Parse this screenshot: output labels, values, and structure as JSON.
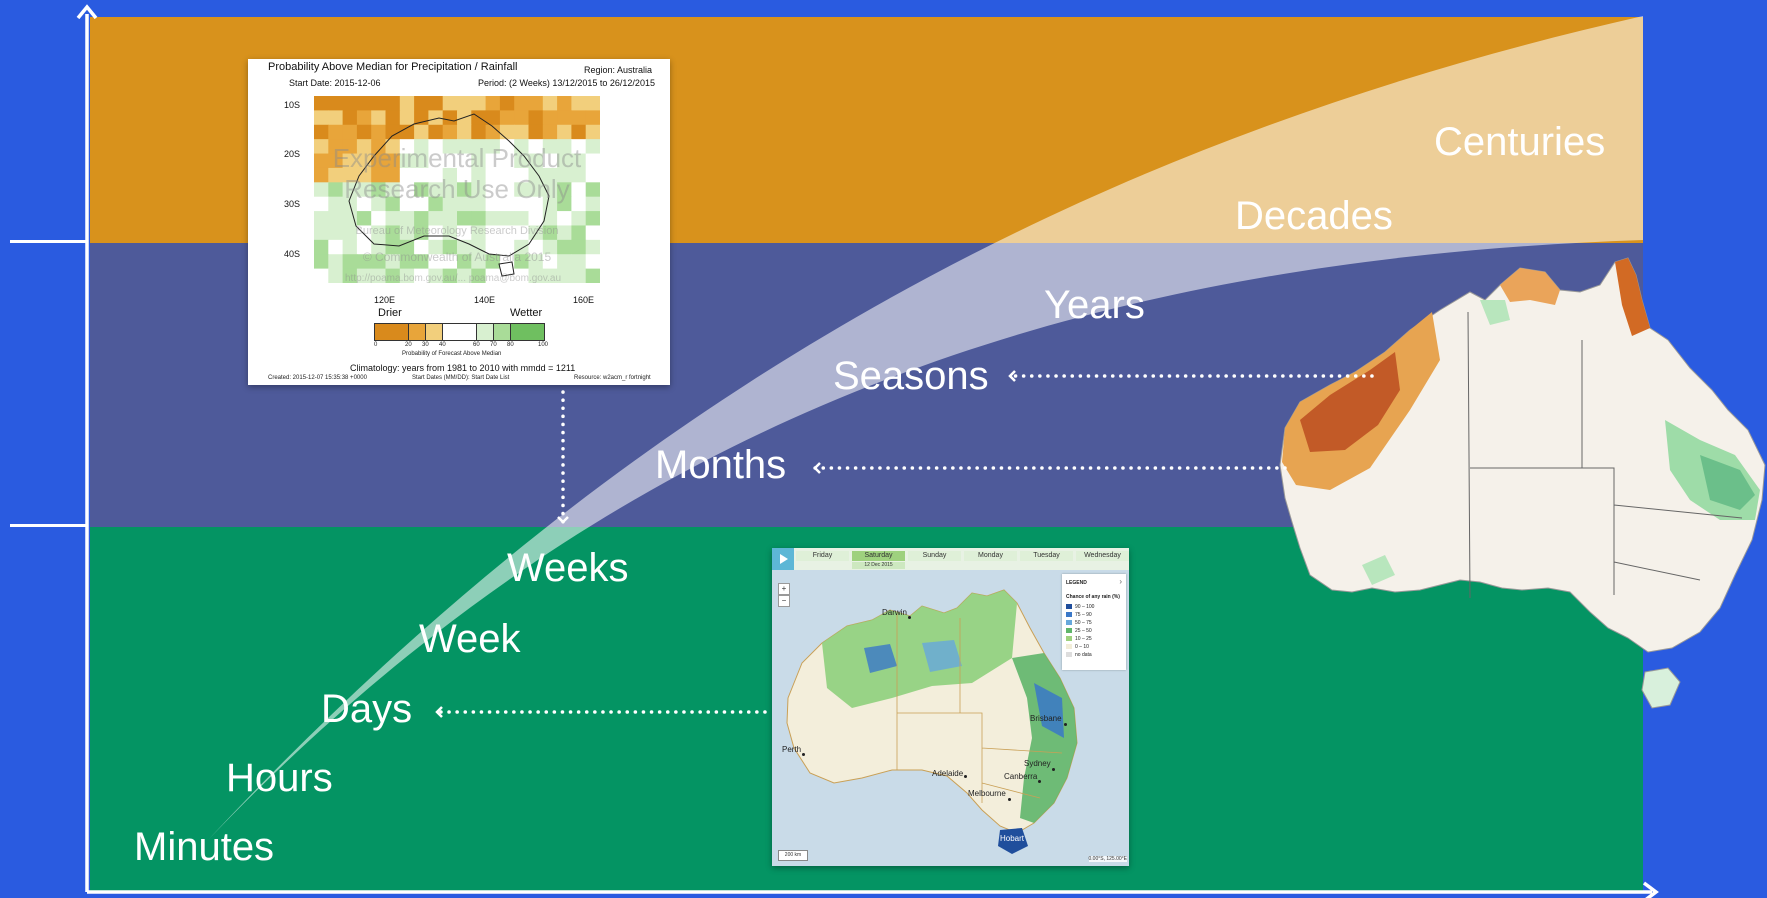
{
  "diagram": {
    "timescales": [
      {
        "id": "minutes",
        "label": "Minutes"
      },
      {
        "id": "hours",
        "label": "Hours"
      },
      {
        "id": "days",
        "label": "Days"
      },
      {
        "id": "week",
        "label": "Week"
      },
      {
        "id": "weeks",
        "label": "Weeks"
      },
      {
        "id": "months",
        "label": "Months"
      },
      {
        "id": "seasons",
        "label": "Seasons"
      },
      {
        "id": "years",
        "label": "Years"
      },
      {
        "id": "decades",
        "label": "Decades"
      },
      {
        "id": "centuries",
        "label": "Centuries"
      }
    ],
    "colors": {
      "background": "#2a5be0",
      "band_long": "#d8921c",
      "band_medium": "#4e5a9a",
      "band_short": "#049463",
      "wedge": "#ffffff"
    }
  },
  "precip_panel": {
    "title": "Probability Above Median for Precipitation / Rainfall",
    "region": "Region: Australia",
    "start_date": "Start Date: 2015-12-06",
    "period": "Period: (2 Weeks) 13/12/2015 to 26/12/2015",
    "lat_labels": [
      "10S",
      "20S",
      "30S",
      "40S"
    ],
    "lon_labels": [
      "120E",
      "140E",
      "160E"
    ],
    "drier_label": "Drier",
    "wetter_label": "Wetter",
    "colorbar_ticks": [
      "0",
      "20",
      "30",
      "40",
      "60",
      "70",
      "80",
      "100"
    ],
    "colorbar_caption": "Probability of Forecast Above Median",
    "climatology": "Climatology: years from 1981 to 2010 with mmdd = 1211",
    "created": "Created: 2015-12-07 15:35:38 +0000",
    "start_dates": "Start Dates (MM/DD): Start Date List",
    "resource": "Resource: w2acm_r fortnight",
    "watermark_1": "Experimental Product",
    "watermark_2": "Research Use Only",
    "watermark_3": "Bureau of Meteorology Research Division",
    "watermark_4": "© Commonwealth of Australia 2015",
    "watermark_5": "http://poama.bom.gov.au/...     poama@bom.gov.au"
  },
  "rain_panel": {
    "days": [
      "Friday",
      "Saturday",
      "Sunday",
      "Monday",
      "Tuesday",
      "Wednesday"
    ],
    "selected_date": "12 Dec 2015",
    "legend_title": "LEGEND",
    "legend_subtitle": "Chance of any rain (%)",
    "legend_items": [
      {
        "label": "90 – 100",
        "color": "#1f4e9c"
      },
      {
        "label": "75 – 90",
        "color": "#3a78c8"
      },
      {
        "label": "50 – 75",
        "color": "#66a8dc"
      },
      {
        "label": "25 – 50",
        "color": "#5fb56a"
      },
      {
        "label": "10 – 25",
        "color": "#9ed17e"
      },
      {
        "label": "0 – 10",
        "color": "#f2edd8"
      },
      {
        "label": "no data",
        "color": "#dddddd"
      }
    ],
    "cities": [
      "Darwin",
      "Brisbane",
      "Perth",
      "Sydney",
      "Adelaide",
      "Canberra",
      "Melbourne",
      "Hobart"
    ],
    "scale_bar": "200 km",
    "coords": "0.00°S, 125.00°E"
  }
}
